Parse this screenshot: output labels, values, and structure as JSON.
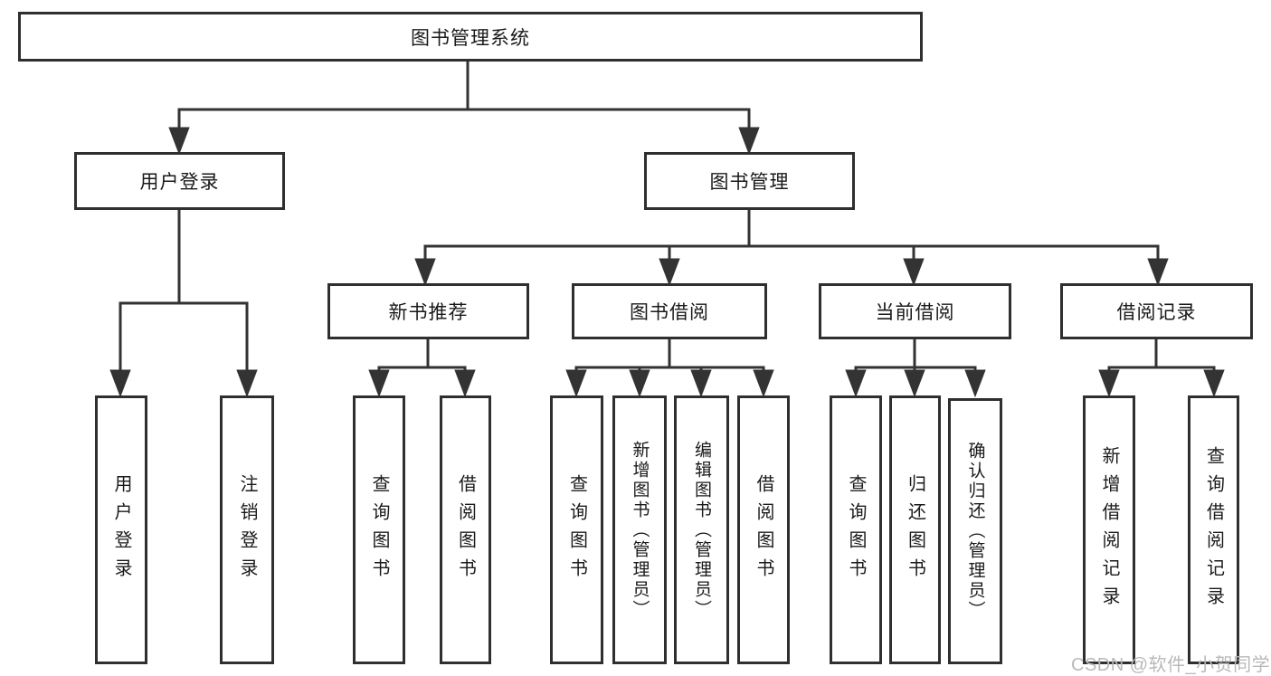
{
  "diagram": {
    "root": {
      "label": "图书管理系统"
    },
    "level2": [
      {
        "label": "用户登录"
      },
      {
        "label": "图书管理"
      }
    ],
    "level3": [
      {
        "label": "新书推荐"
      },
      {
        "label": "图书借阅"
      },
      {
        "label": "当前借阅"
      },
      {
        "label": "借阅记录"
      }
    ],
    "leaves": [
      {
        "label": "用户登录"
      },
      {
        "label": "注销登录"
      },
      {
        "label": "查询图书"
      },
      {
        "label": "借阅图书"
      },
      {
        "label": "查询图书"
      },
      {
        "label": "新增图书（管理员）"
      },
      {
        "label": "编辑图书（管理员）"
      },
      {
        "label": "借阅图书"
      },
      {
        "label": "查询图书"
      },
      {
        "label": "归还图书"
      },
      {
        "label": "确认归还（管理员）"
      },
      {
        "label": "新增借阅记录"
      },
      {
        "label": "查询借阅记录"
      }
    ]
  },
  "watermark": {
    "text": "CSDN @软件_小贺同学"
  },
  "colors": {
    "line": "#333333",
    "box_border": "#2f2f2f",
    "text": "#1a1a1a",
    "watermark": "#b9b9b9",
    "background": "#ffffff"
  }
}
